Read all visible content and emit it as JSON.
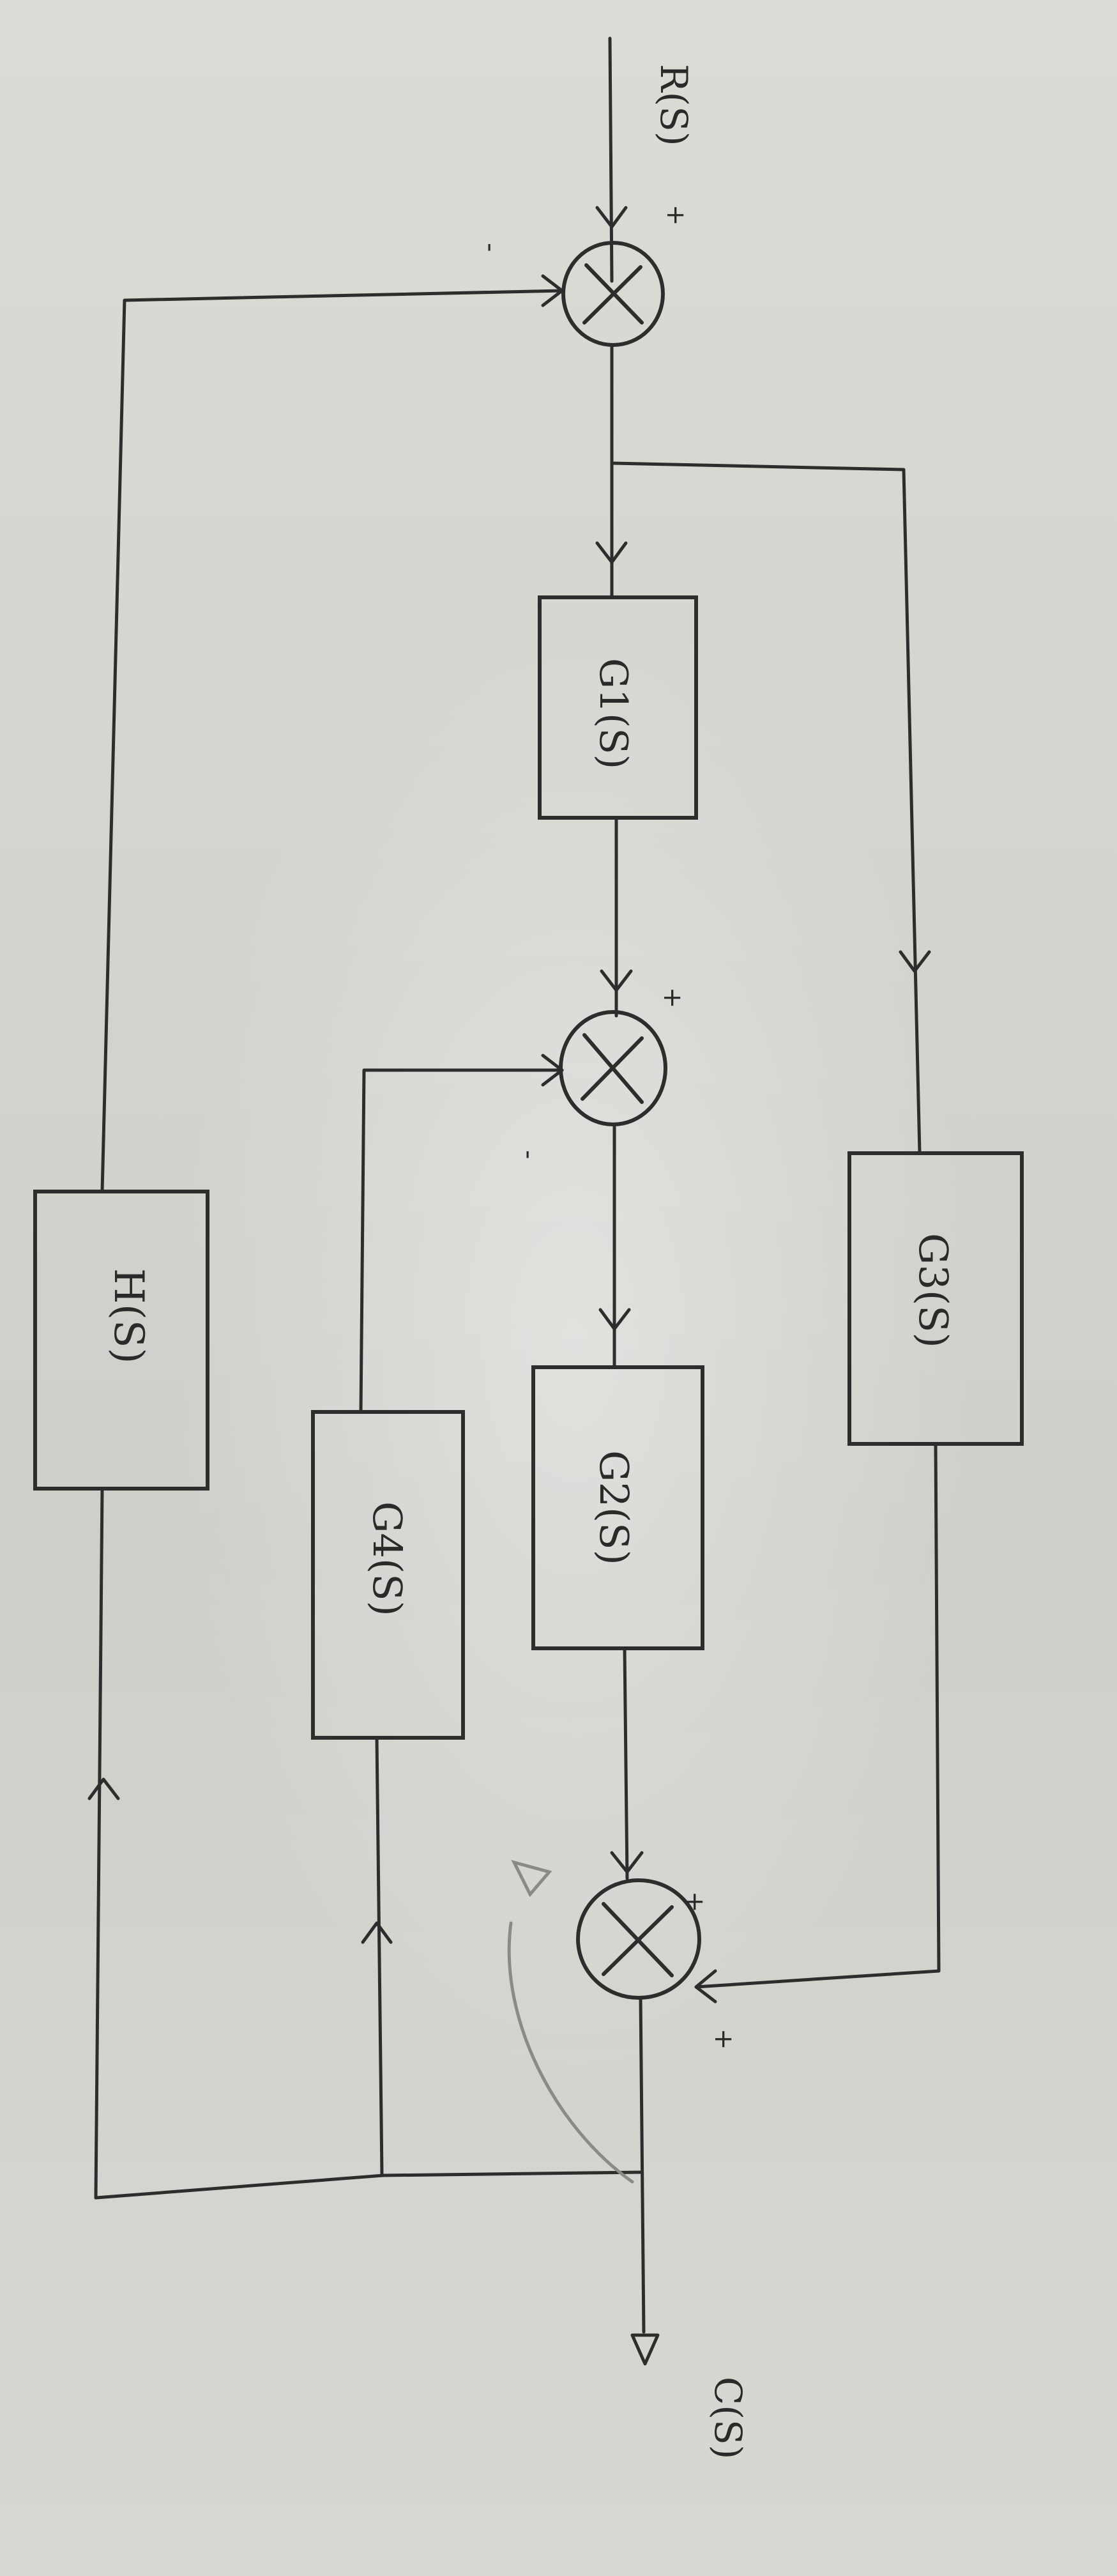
{
  "diagram": {
    "input_label": "R(S)",
    "output_label": "C(S)",
    "blocks": {
      "g1": "G1(S)",
      "g2": "G2(S)",
      "g3": "G3(S)",
      "g4": "G4(S)",
      "h": "H(S)"
    },
    "junction1": {
      "plus": "+",
      "minus": "-"
    },
    "junction2": {
      "plus": "+",
      "minus": "-"
    },
    "junction3": {
      "plus_top": "+",
      "plus_side": "+"
    }
  }
}
